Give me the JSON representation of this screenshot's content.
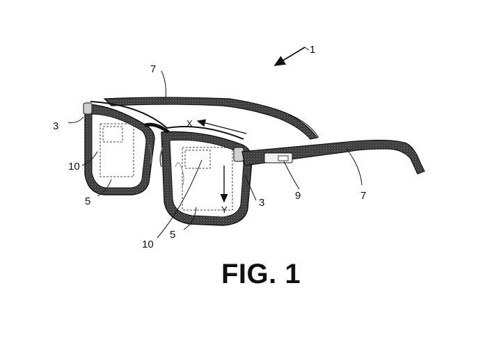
{
  "figure": {
    "caption": "FIG. 1",
    "reference_numerals": {
      "device": "1",
      "lens_left": "5",
      "lens_right": "5",
      "hinge_left": "3",
      "hinge_right": "3",
      "temple_top": "7",
      "temple_right": "7",
      "module": "9",
      "display_left": "10",
      "display_right": "10"
    },
    "axes": {
      "x": "X",
      "y": "Y"
    }
  }
}
